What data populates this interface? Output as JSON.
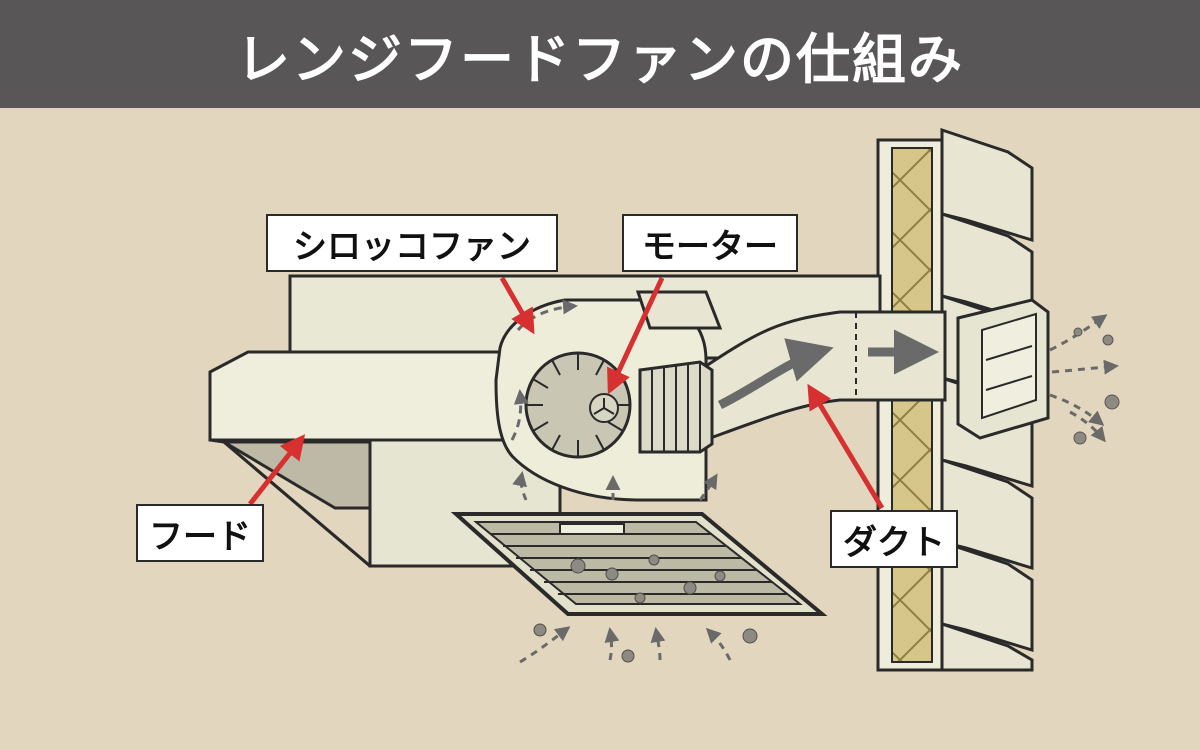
{
  "title": "レンジフードファンの仕組み",
  "labels": {
    "sirocco_fan": "シロッコファン",
    "motor": "モーター",
    "hood": "フード",
    "duct": "ダクト"
  },
  "colors": {
    "background": "#e2d7be",
    "header": "#585656",
    "header_text": "#ffffff",
    "pointer_arrow": "#d63030",
    "line": "#2a2a2a",
    "appliance_fill": "#ecebd9",
    "insulation": "#d6c68a"
  },
  "icons": [
    "range-hood",
    "sirocco-fan",
    "motor",
    "duct",
    "wall-vent-cap",
    "grease-filter",
    "airflow-arrows",
    "smoke-puffs"
  ]
}
